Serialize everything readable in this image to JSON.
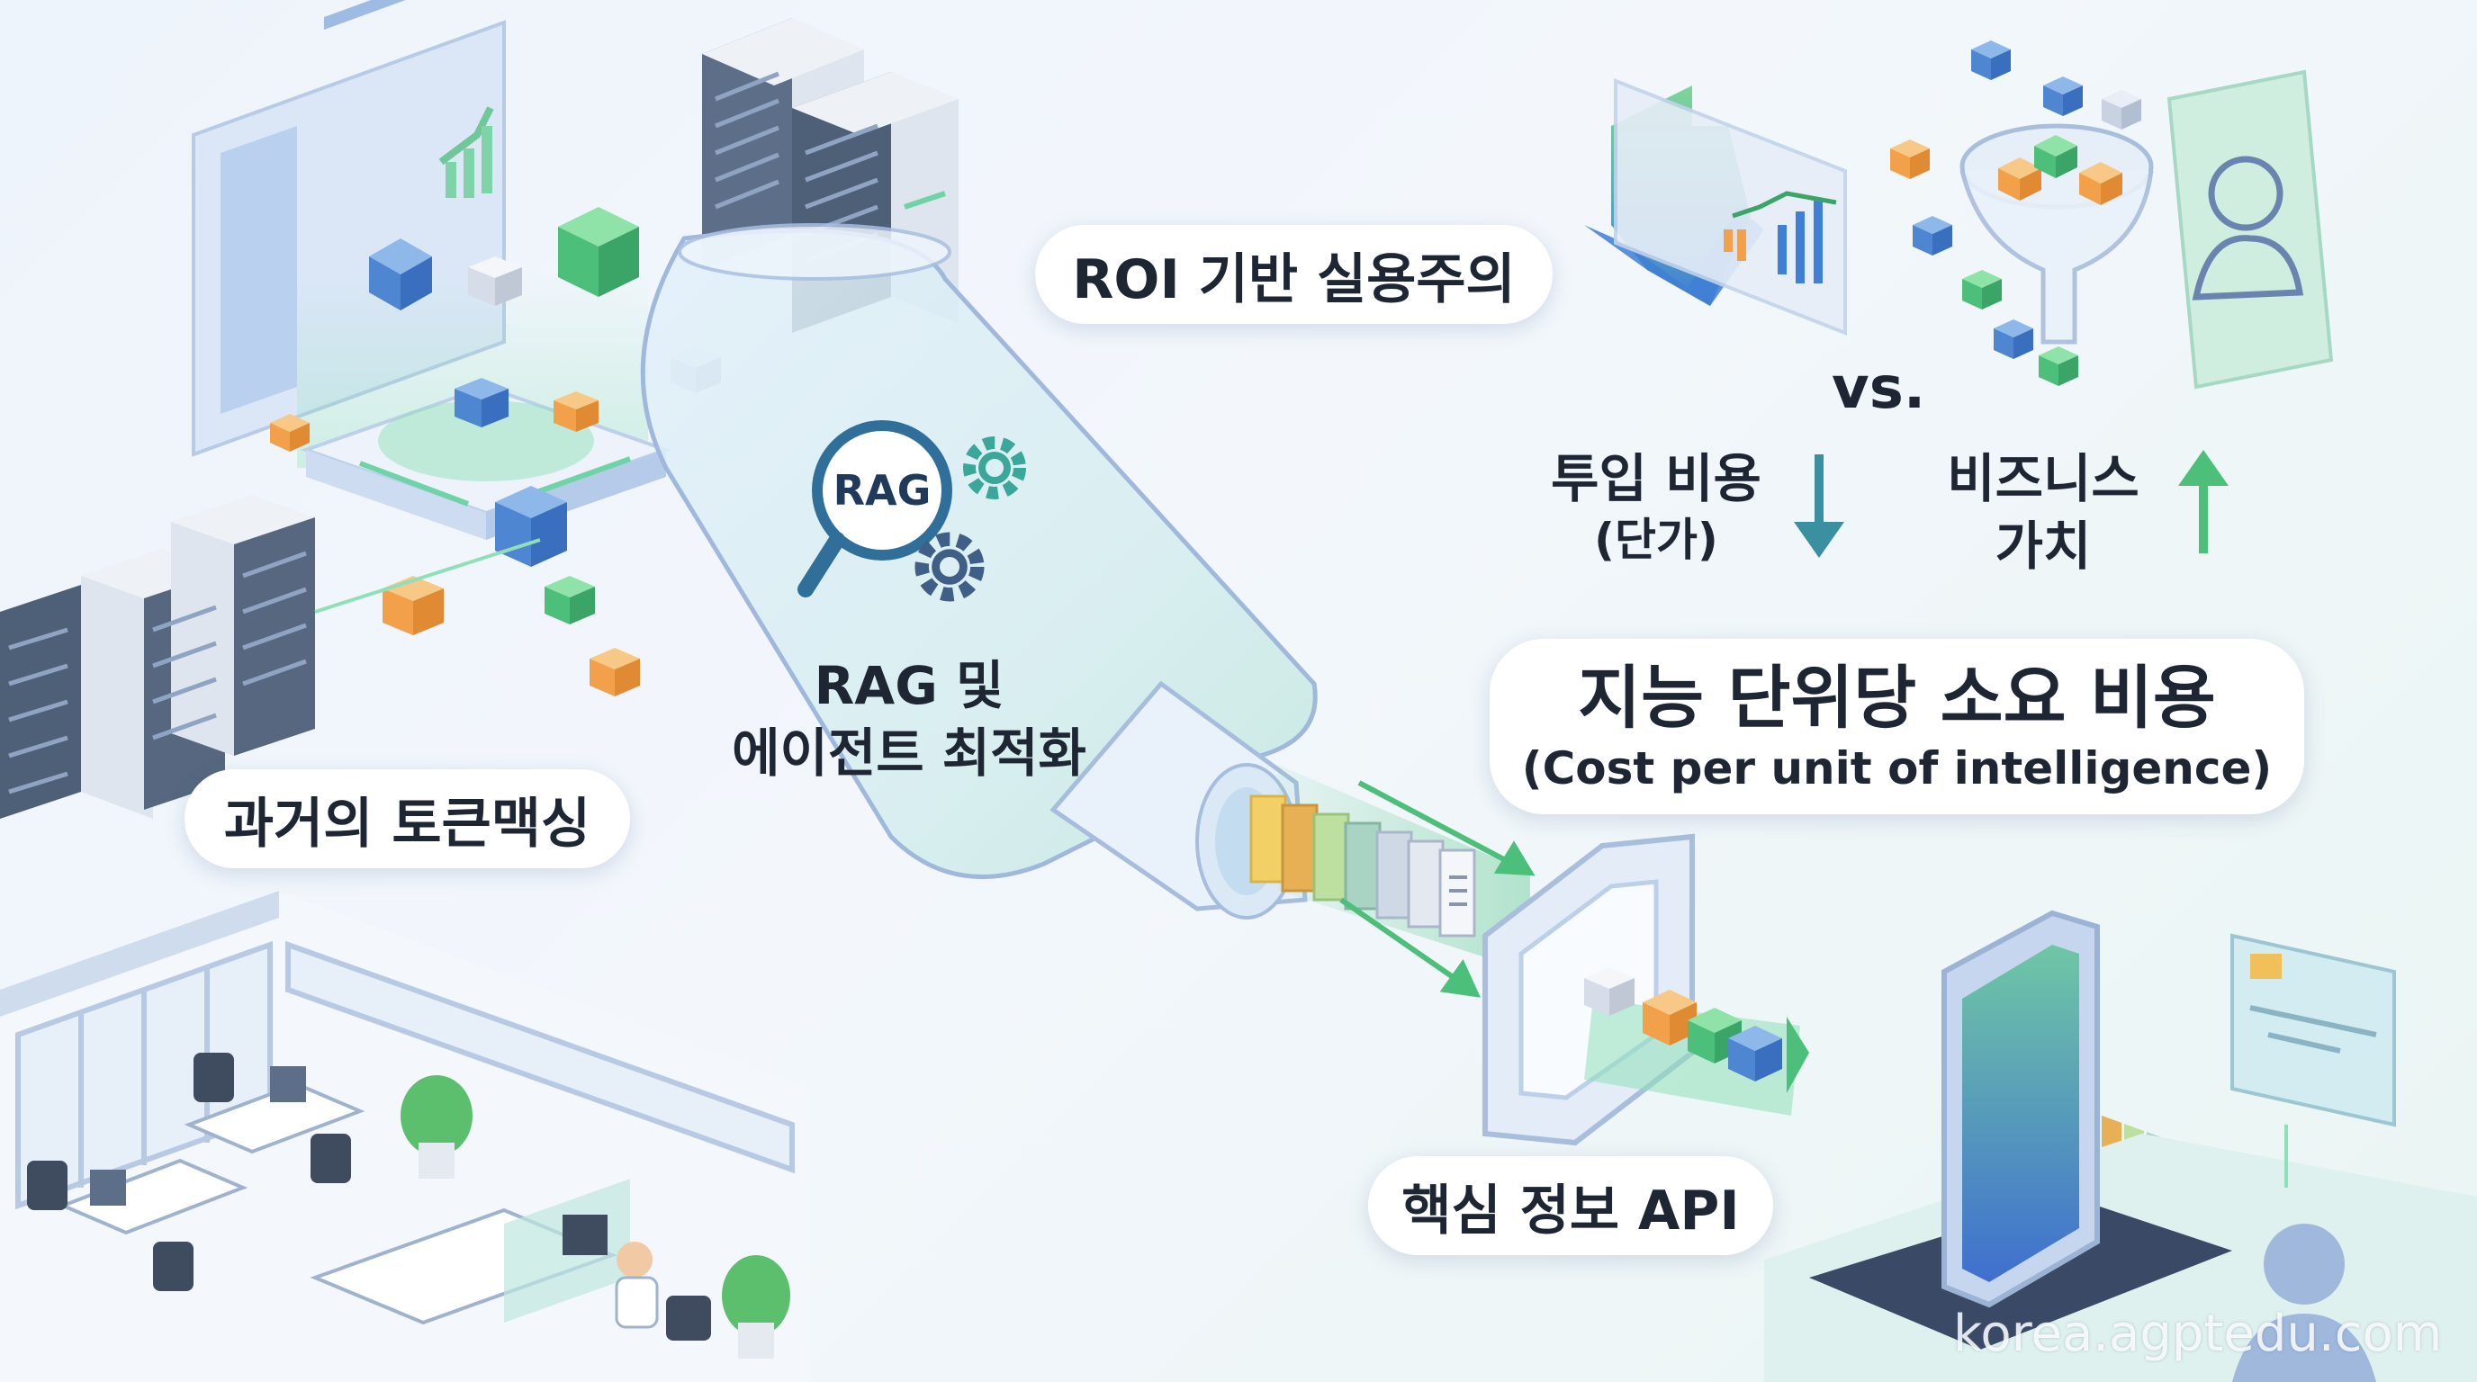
{
  "labels": {
    "roi": "ROI 기반 실용주의",
    "vs": "vs.",
    "input_cost": "투입 비용",
    "input_cost_sub": "(단가)",
    "business_value_1": "비즈니스",
    "business_value_2": "가치",
    "cost_per_unit_ko": "지능 단위당 소요 비용",
    "cost_per_unit_en": "(Cost per unit of intelligence)",
    "rag_badge": "RAG",
    "rag_caption_1": "RAG 및",
    "rag_caption_2": "에이전트 최적화",
    "token_maxing": "과거의 토큰맥싱",
    "core_api": "핵심 정보 API",
    "watermark": "korea.agptedu.com"
  },
  "colors": {
    "accent_blue": "#3f7fd6",
    "accent_green": "#4cbf7a",
    "accent_teal": "#3aa79a",
    "cube_orange": "#f2a14a",
    "text_dark": "#1f2633"
  },
  "icons": [
    "server-rack-icon",
    "dashboard-icon",
    "funnel-icon",
    "magnifier-icon",
    "gear-icon",
    "arrow-down-icon",
    "arrow-up-icon",
    "person-icon",
    "smartphone-icon",
    "credit-card-icon",
    "office-desk-icon",
    "plant-icon",
    "filter-frame-icon"
  ]
}
